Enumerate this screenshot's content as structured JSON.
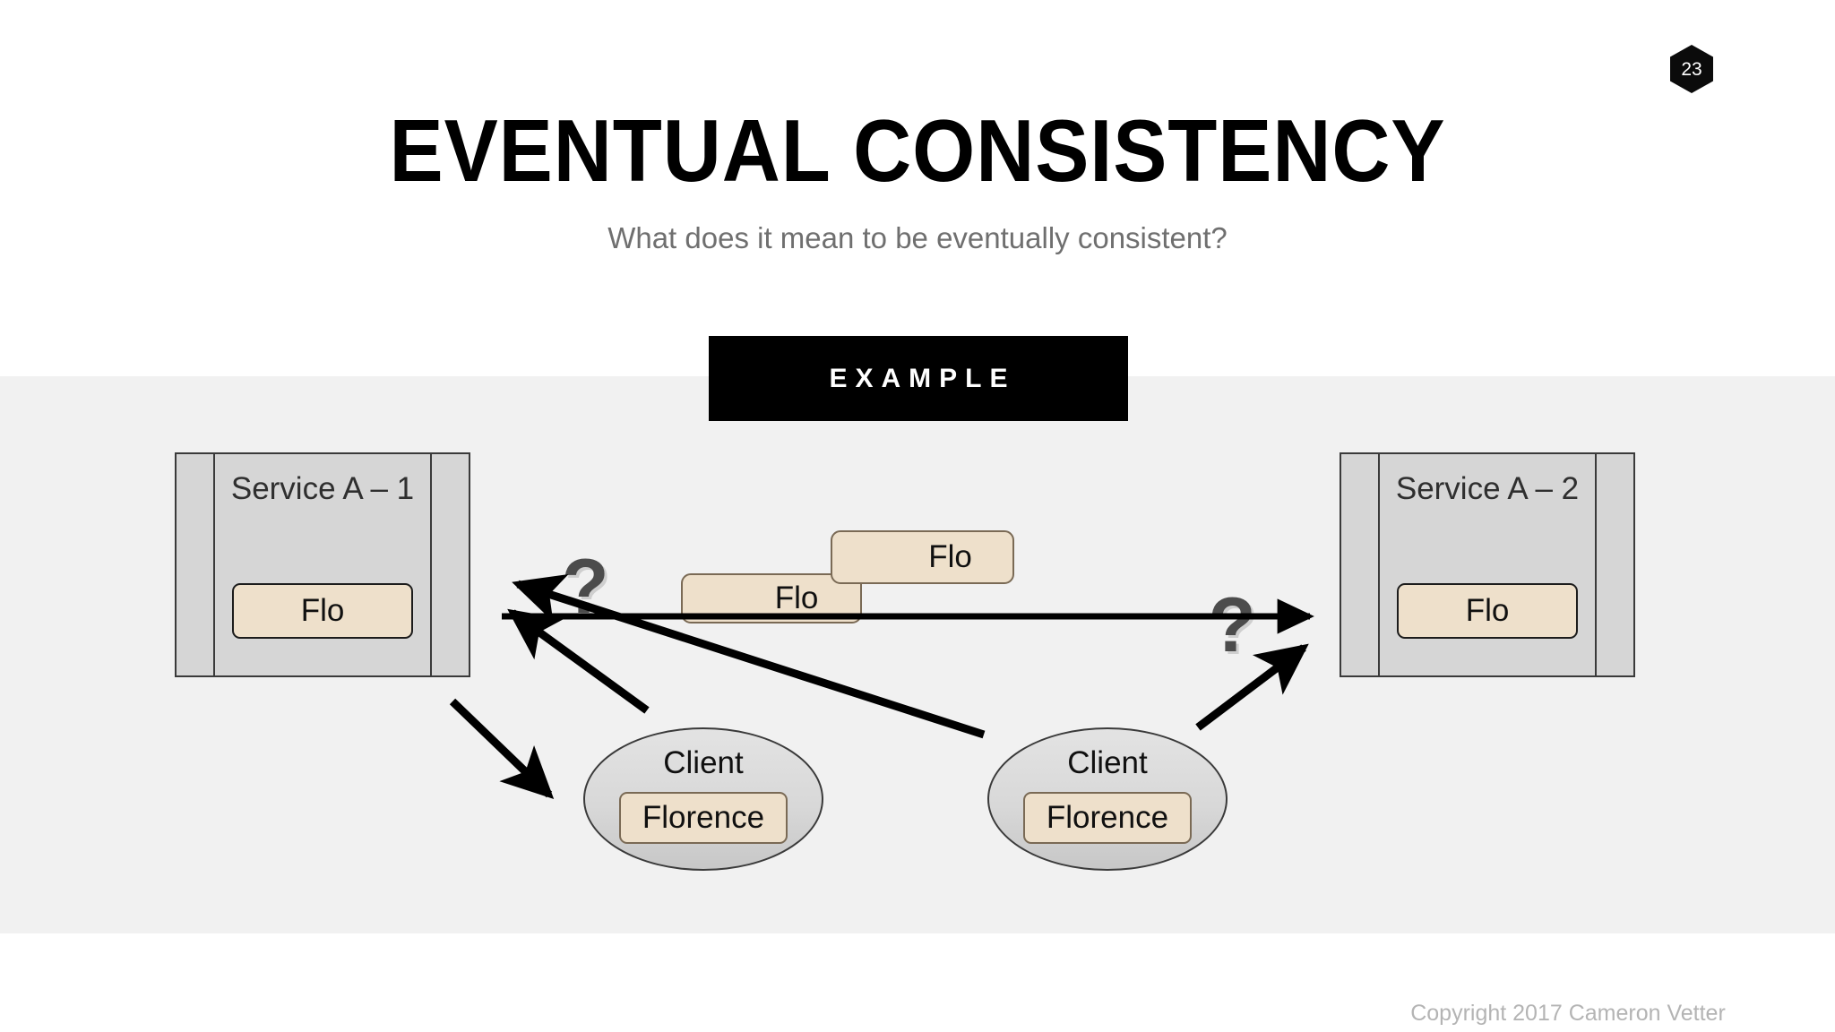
{
  "slide": {
    "page_number": "23",
    "title": "EVENTUAL CONSISTENCY",
    "subtitle": "What does it mean to be eventually consistent?",
    "banner_label": "EXAMPLE",
    "copyright": "Copyright 2017 Cameron Vetter",
    "colors": {
      "band_background": "#f1f1f1",
      "slide_background": "#ffffff",
      "banner_background": "#000000",
      "service_fill": "#d6d6d6",
      "chip_fill": "#eee0cb",
      "client_fill": "#d8d8d8",
      "arrow_stroke": "#000000",
      "question_mark": "#4c4c4c",
      "subtitle_text": "#6f6f6f",
      "copyright_text": "#b4b4b4"
    }
  },
  "diagram": {
    "services": [
      {
        "id": "service-a1",
        "label": "Service A – 1",
        "chip": "Flo"
      },
      {
        "id": "service-a2",
        "label": "Service A – 2",
        "chip": "Flo"
      }
    ],
    "packets": [
      {
        "id": "flo-packet-lower",
        "label": "Flo"
      },
      {
        "id": "flo-packet-upper",
        "label": "Flo"
      }
    ],
    "clients": [
      {
        "id": "client-left",
        "label": "Client",
        "chip": "Florence"
      },
      {
        "id": "client-right",
        "label": "Client",
        "chip": "Florence"
      }
    ],
    "question_marks": [
      {
        "id": "qmark-left",
        "glyph": "?"
      },
      {
        "id": "qmark-right",
        "glyph": "?"
      }
    ]
  }
}
